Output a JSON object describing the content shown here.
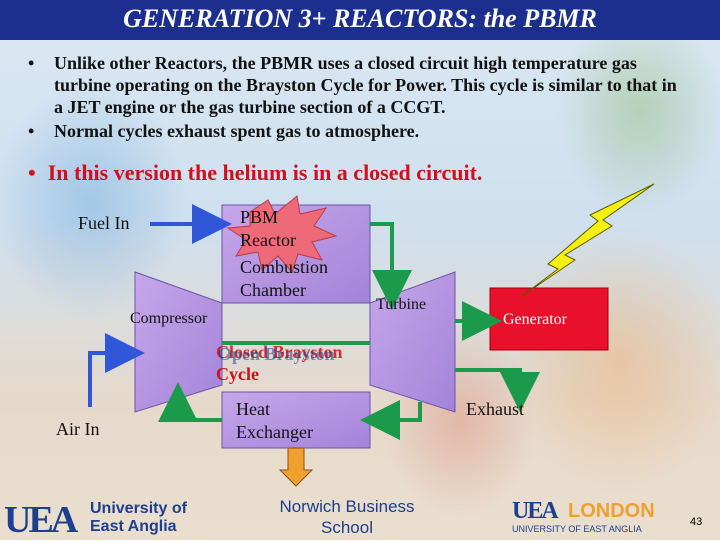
{
  "title": "GENERATION 3+ REACTORS: the PBMR",
  "bullets": [
    "Unlike other Reactors,  the PBMR uses a closed circuit high temperature gas turbine operating on the Brayston Cycle for Power.    This cycle is similar to that in a JET engine or the gas turbine section of a CCGT.",
    "Normal cycles exhaust spent gas to atmosphere."
  ],
  "highlight_bullet": "In this version the helium is in a closed circuit.",
  "diagram": {
    "fuel_in": "Fuel In",
    "reactor_pbm": "PBM",
    "reactor_reactor": "Reactor",
    "combustion_line1": "Combustion",
    "combustion_line2": "Chamber",
    "compressor": "Compressor",
    "turbine": "Turbine",
    "generator": "Generator",
    "cycle_closed": "Closed Brayston",
    "cycle_open": "Open Brayston",
    "cycle_word": "Cycle",
    "heat_exchanger_line1": "Heat",
    "heat_exchanger_line2": "Exchanger",
    "air_in": "Air In",
    "exhaust": "Exhaust"
  },
  "footer": {
    "uea_mark": "UEA",
    "uea_name_line1": "University of",
    "uea_name_line2": "East Anglia",
    "school_line1": "Norwich Business",
    "school_line2": "School",
    "london_mark": "UEA",
    "london_word": "LONDON",
    "london_sub": "UNIVERSITY OF EAST ANGLIA",
    "page_number": "43"
  },
  "colors": {
    "title_bar": "#1c2f8e",
    "highlight": "#d0101a",
    "box_fill": "#b89ae0",
    "generator_fill": "#e8102a",
    "arrow_blue": "#2f57d8",
    "arrow_green": "#1a9a4a",
    "lightning": "#f6f012",
    "uea_blue": "#1c3f8f"
  },
  "icons": [
    "lightning-bolt-icon",
    "star-burst-icon"
  ]
}
